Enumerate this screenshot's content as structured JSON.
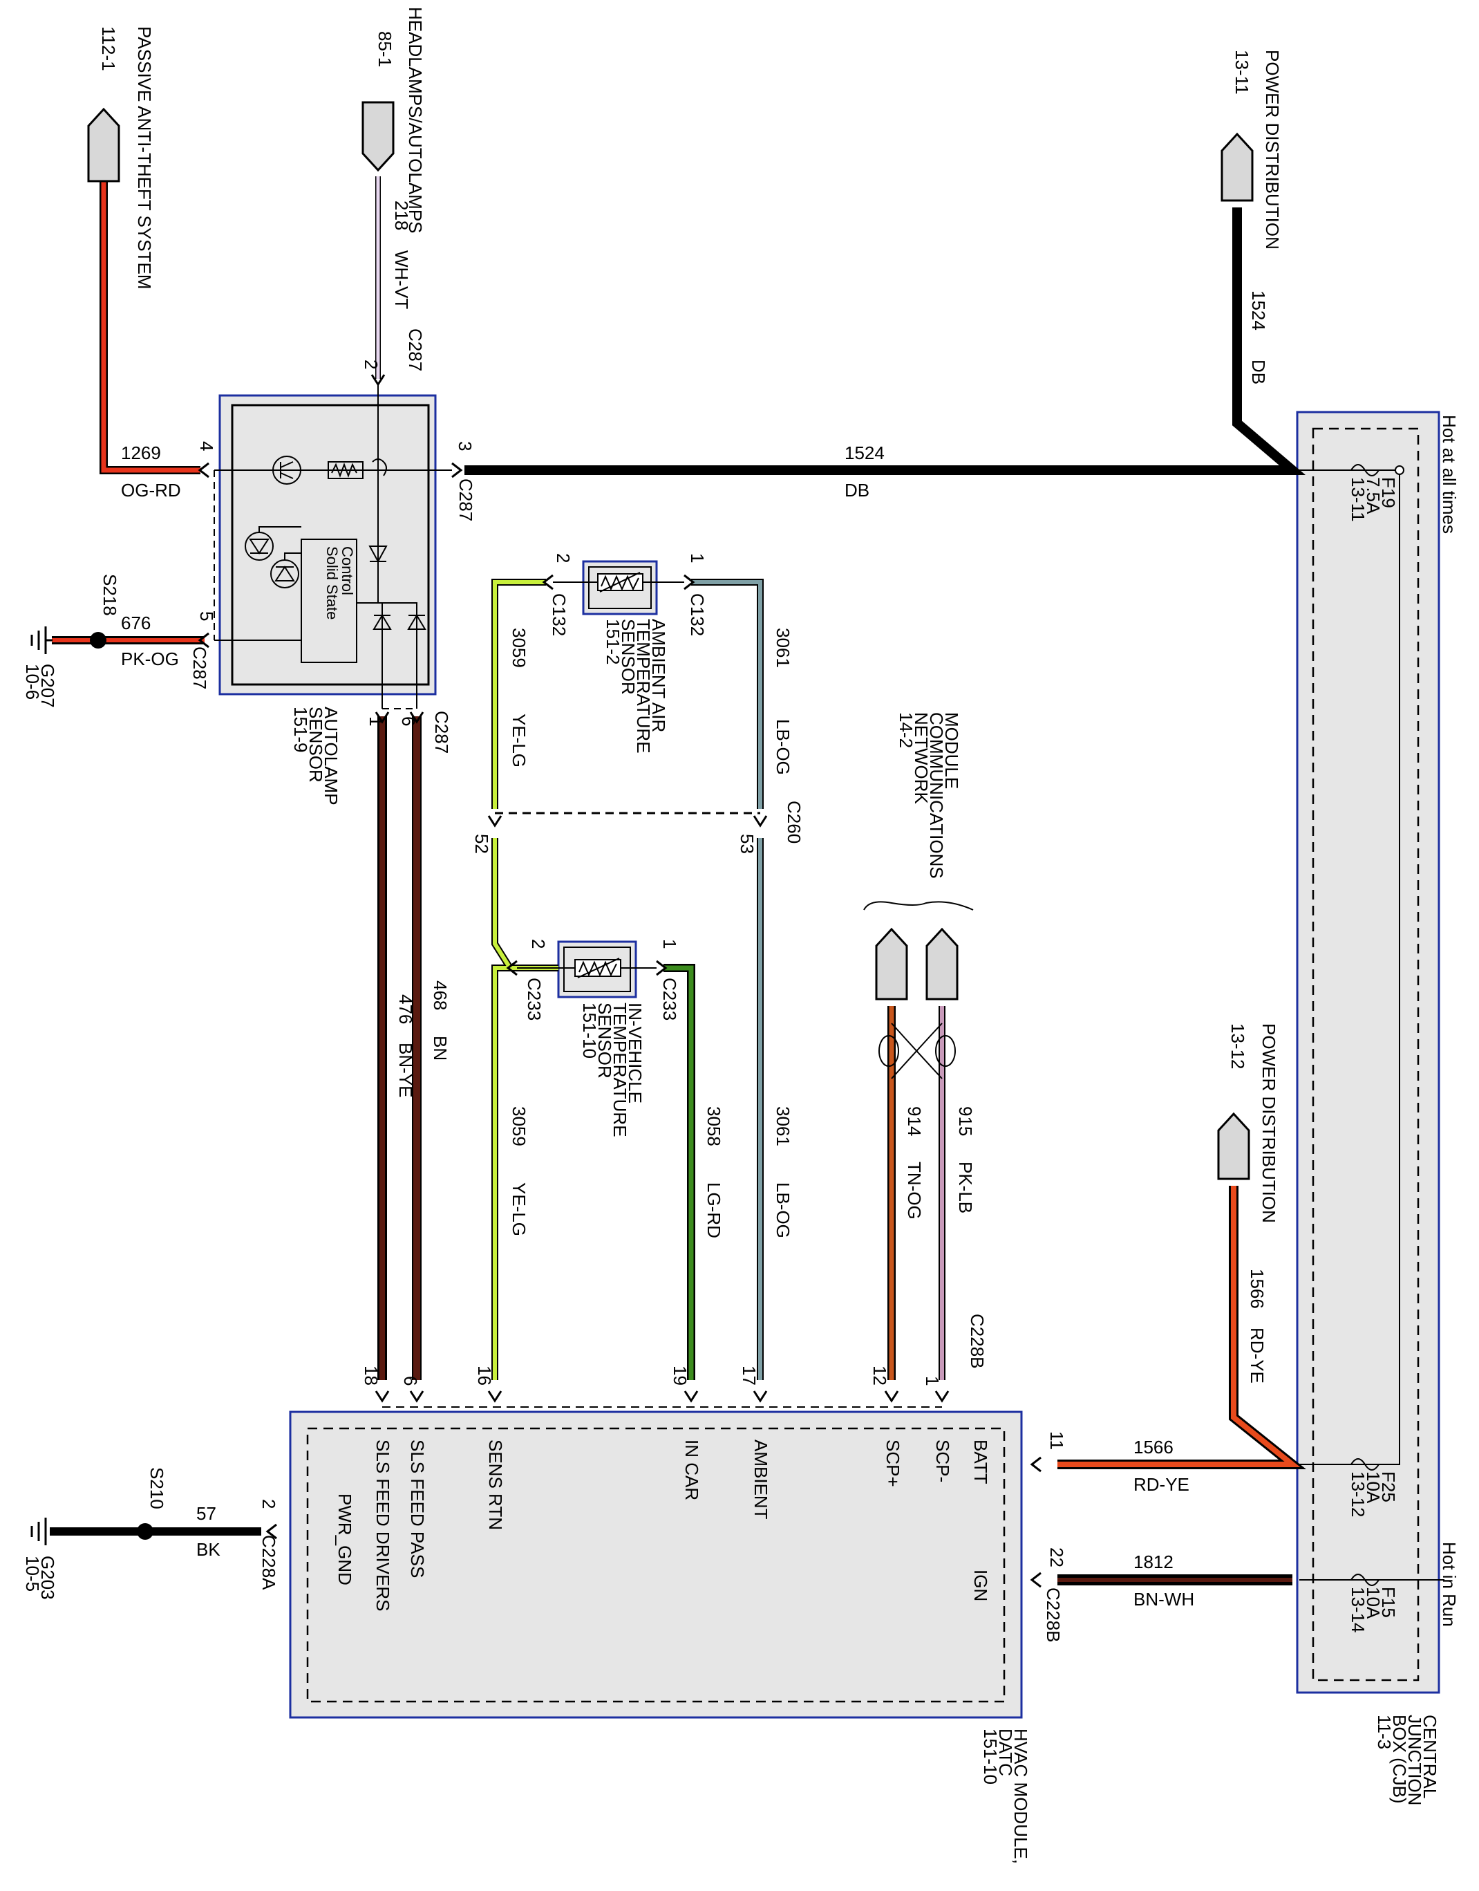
{
  "hvac_module": {
    "name": "HVAC MODULE,",
    "type": "DATC",
    "ref": "151-10"
  },
  "cjb": {
    "line1": "CENTRAL",
    "line2": "JUNCTION",
    "line3": "BOX (CJB)",
    "ref": "11-3",
    "hot_all_times": "Hot at all times",
    "hot_in_run": "Hot in Run"
  },
  "fuses": [
    {
      "id": "F19",
      "rating": "7.5A",
      "ref": "13-11"
    },
    {
      "id": "F25",
      "rating": "10A",
      "ref": "13-12"
    },
    {
      "id": "F15",
      "rating": "10A",
      "ref": "13-14"
    }
  ],
  "autolamp": {
    "line1": "AUTOLAMP",
    "line2": "SENSOR",
    "ref": "151-9",
    "control1": "Solid State",
    "control2": "Control"
  },
  "ambient_sensor": {
    "line1": "AMBIENT AIR",
    "line2": "TEMPERATURE",
    "line3": "SENSOR",
    "ref": "151-2"
  },
  "invehicle_sensor": {
    "line1": "IN-VEHICLE",
    "line2": "TEMPERATURE",
    "line3": "SENSOR",
    "ref": "151-10"
  },
  "references": {
    "pats": {
      "name": "PASSIVE ANTI-THEFT SYSTEM",
      "ref": "112-1"
    },
    "headlamps": {
      "name": "HEADLAMPS/AUTOLAMPS",
      "ref": "85-1"
    },
    "power1": {
      "name": "POWER DISTRIBUTION",
      "ref": "13-11"
    },
    "power2": {
      "name": "POWER DISTRIBUTION",
      "ref": "13-12"
    },
    "network": {
      "line1": "MODULE",
      "line2": "COMMUNICATIONS",
      "line3": "NETWORK",
      "ref": "14-2"
    }
  },
  "grounds": {
    "g207": {
      "name": "G207",
      "ref": "10-6",
      "splice": "S218"
    },
    "g203": {
      "name": "G203",
      "ref": "10-5",
      "splice": "S210"
    }
  },
  "module_pins": {
    "batt": "BATT",
    "ign": "IGN",
    "scp_minus": "SCP-",
    "scp_plus": "SCP+",
    "ambient": "AMBIENT",
    "in_car": "IN CAR",
    "sens_rtn": "SENS RTN",
    "sls_feed_pass": "SLS FEED PASS",
    "sls_feed_drivers": "SLS FEED DRIVERS",
    "pwr_gnd": "PWR_GND"
  },
  "connectors": {
    "c287": "C287",
    "c132": "C132",
    "c233": "C233",
    "c260": "C260",
    "c228a": "C228A",
    "c228b": "C228B"
  },
  "pins": {
    "p1": "1",
    "p2": "2",
    "p3": "3",
    "p4": "4",
    "p5": "5",
    "p6": "6",
    "p11": "11",
    "p12": "12",
    "p16": "16",
    "p17": "17",
    "p18": "18",
    "p19": "19",
    "p22": "22",
    "p52": "52",
    "p53": "53"
  },
  "wires": {
    "w1269": {
      "circuit": "1269",
      "color": "OG-RD"
    },
    "w218": {
      "circuit": "218",
      "color": "WH-VT"
    },
    "w1524": {
      "circuit": "1524",
      "color": "DB"
    },
    "w676": {
      "circuit": "676",
      "color": "PK-OG"
    },
    "w3059": {
      "circuit": "3059",
      "color": "YE-LG"
    },
    "w3061": {
      "circuit": "3061",
      "color": "LB-OG"
    },
    "w476": {
      "circuit": "476",
      "color": "BN-YE"
    },
    "w468": {
      "circuit": "468",
      "color": "BN"
    },
    "w3058": {
      "circuit": "3058",
      "color": "LG-RD"
    },
    "w914": {
      "circuit": "914",
      "color": "TN-OG"
    },
    "w915": {
      "circuit": "915",
      "color": "PK-LB"
    },
    "w1566": {
      "circuit": "1566",
      "color": "RD-YE"
    },
    "w1812": {
      "circuit": "1812",
      "color": "BN-WH"
    },
    "w57": {
      "circuit": "57",
      "color": "BK"
    }
  },
  "colors": {
    "blue_outline": "#1c2fa0",
    "og_rd": "#e8341c",
    "db": "#000000",
    "pk_og": "#e8341c",
    "ye_lg": "#c8f03c",
    "lb_og": "#7fa0a6",
    "brown": "#5a1a10",
    "lg_rd": "#3c8c1e",
    "tn_og": "#c8561c",
    "pk_lb": "#c89aba",
    "rd_ye": "#e84a1c",
    "bn_wh": "#5a1a10",
    "bk": "#000000"
  }
}
